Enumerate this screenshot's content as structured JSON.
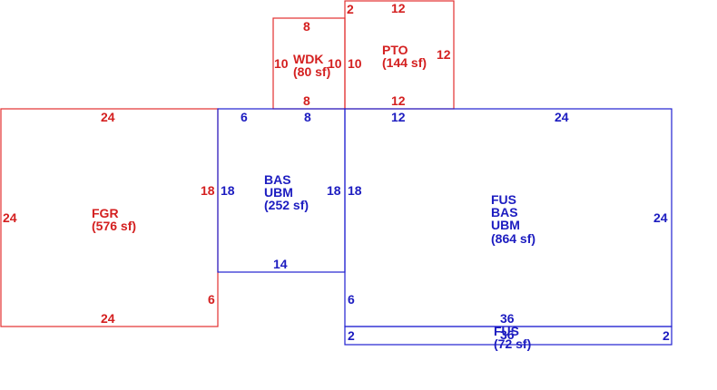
{
  "colors": {
    "red": "#d42020",
    "blue": "#1c1cc0"
  },
  "areas": {
    "wdk": {
      "code": "WDK",
      "area": "(80 sf)",
      "dims": [
        "8",
        "10",
        "10",
        "8"
      ]
    },
    "pto": {
      "code": "PTO",
      "area": "(144 sf)",
      "dims": [
        "12",
        "2",
        "10",
        "12",
        "12"
      ]
    },
    "fgr": {
      "code": "FGR",
      "area": "(576 sf)",
      "dims": [
        "24",
        "24",
        "18",
        "6",
        "24"
      ]
    },
    "bas_small": {
      "line1": "BAS",
      "line2": "UBM",
      "area": "(252 sf)",
      "dims": [
        "6",
        "8",
        "18",
        "18",
        "14"
      ]
    },
    "fus_main": {
      "line1": "FUS",
      "line2": "BAS",
      "line3": "UBM",
      "area": "(864 sf)",
      "dims": [
        "12",
        "24",
        "18",
        "24",
        "6",
        "36"
      ]
    },
    "fus_strip": {
      "code": "FUS",
      "area": "(72 sf)",
      "dims": [
        "2",
        "2",
        "36"
      ]
    }
  }
}
